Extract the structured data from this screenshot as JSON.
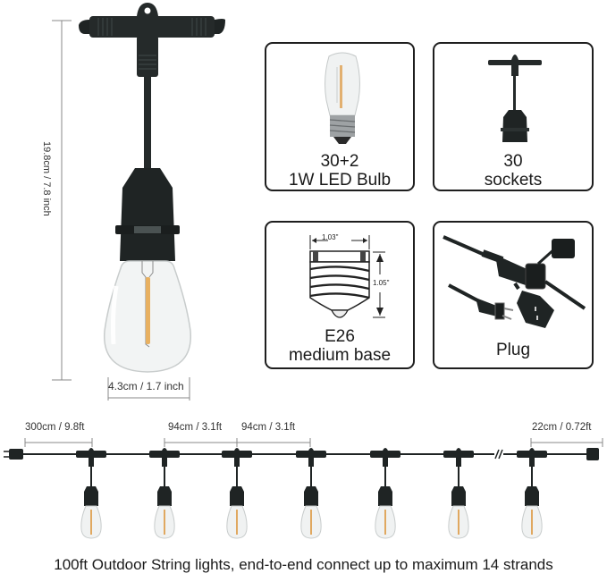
{
  "main_diagram": {
    "height_label": "19.8cm / 7.8 inch",
    "width_label": "4.3cm / 1.7 inch"
  },
  "cards": [
    {
      "id": "bulb",
      "line1": "30+2",
      "line2": "1W LED Bulb",
      "icon": "led-bulb-icon"
    },
    {
      "id": "sockets",
      "line1": "30",
      "line2": "sockets",
      "icon": "socket-icon"
    },
    {
      "id": "base",
      "line1": "E26",
      "line2": "medium base",
      "icon": "e26-base-icon",
      "width_dim": "1.03\"",
      "height_dim": "1.05\""
    },
    {
      "id": "plug",
      "line1": "Plug",
      "icon": "plug-icon"
    }
  ],
  "string": {
    "lead_length": "300cm / 9.8ft",
    "spacing_1": "94cm / 3.1ft",
    "spacing_2": "94cm / 3.1ft",
    "end_length": "22cm / 0.72ft",
    "break_mark": "//",
    "bulb_count_shown": 7
  },
  "caption": "100ft Outdoor String lights, end-to-end connect up to maximum 14 strands",
  "colors": {
    "cable": "#1f2424",
    "filament": "#e8b060",
    "glass": "#f2f4f4",
    "dim_line": "#888888"
  }
}
